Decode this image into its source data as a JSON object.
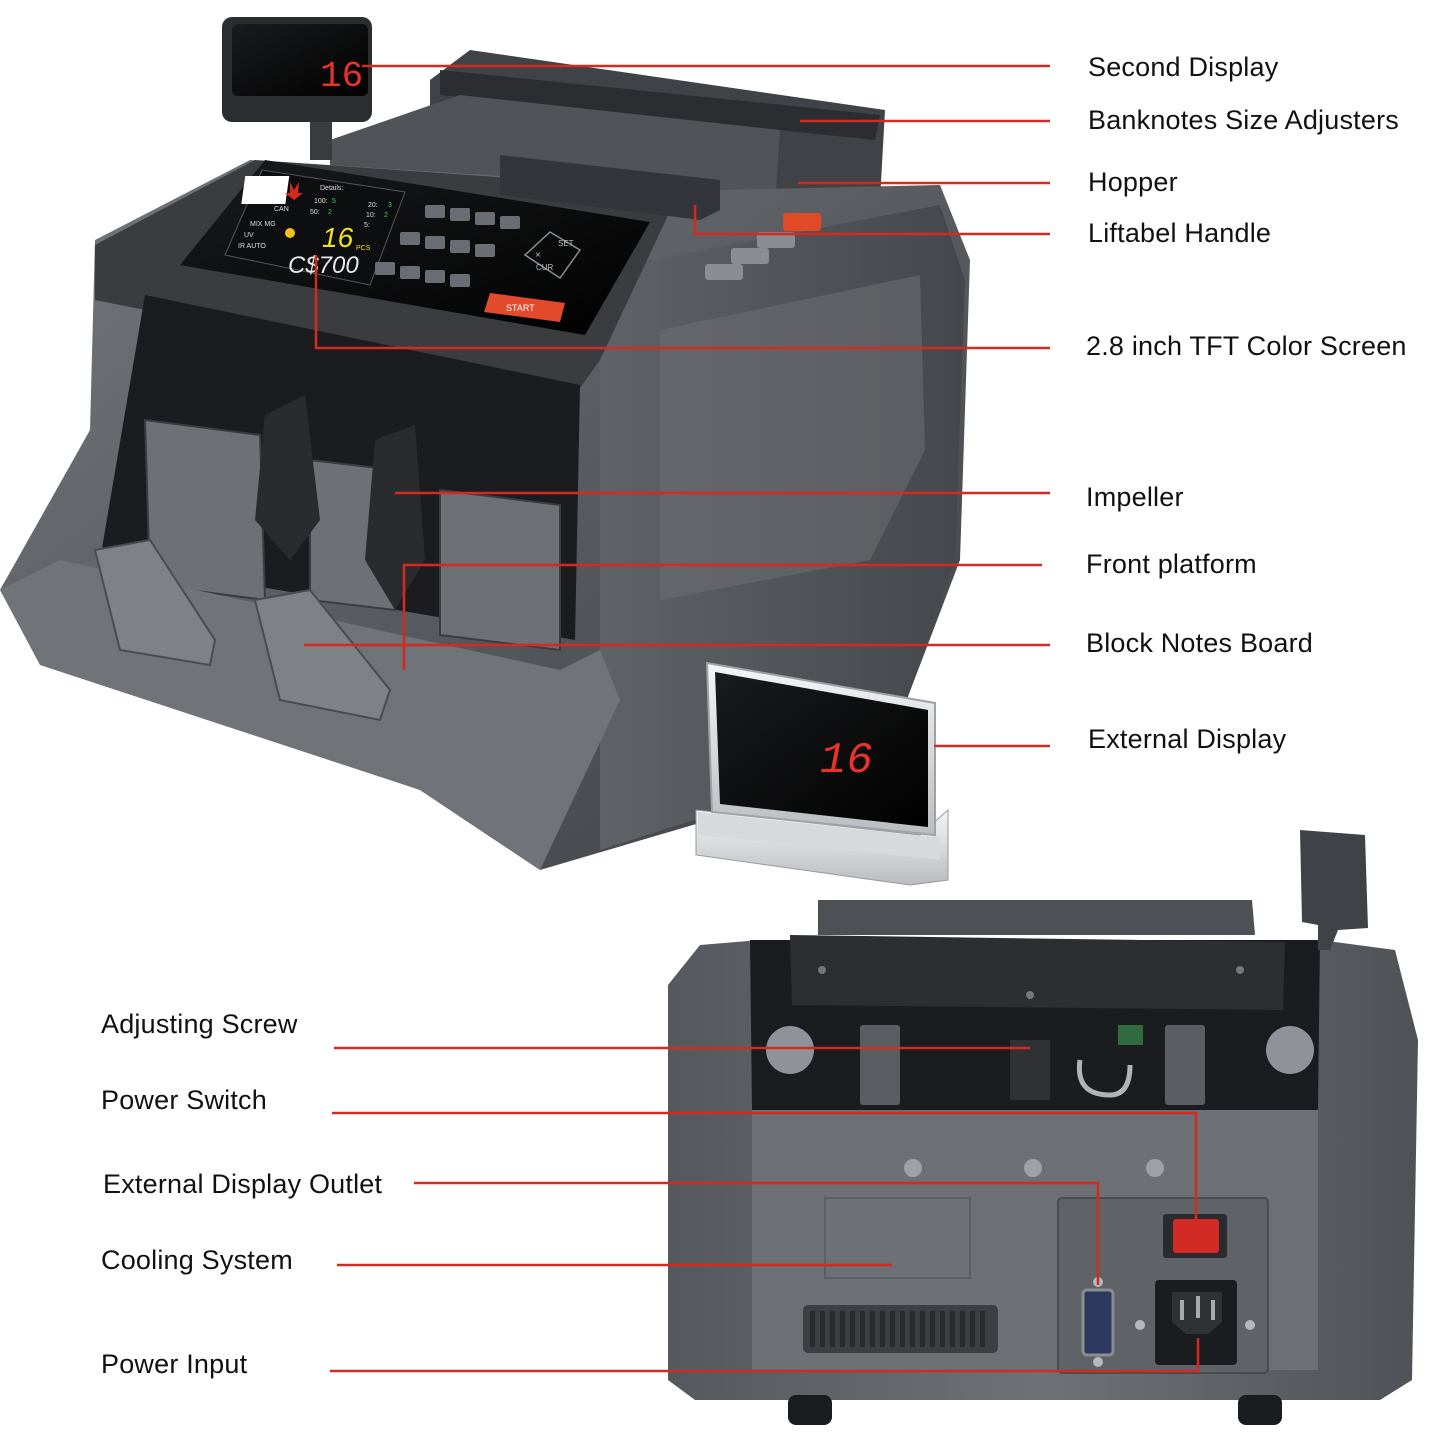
{
  "colors": {
    "leader": "#d42a22",
    "machine_body": "#55585d",
    "machine_dark": "#2d2f33",
    "led_red": "#e8322a",
    "screen_yellow": "#f5e11c",
    "start_button": "#e34a2b",
    "background": "#ffffff"
  },
  "top_labels": [
    {
      "id": "second-display",
      "text": "Second Display"
    },
    {
      "id": "size-adjusters",
      "text": "Banknotes Size Adjusters"
    },
    {
      "id": "hopper",
      "text": "Hopper"
    },
    {
      "id": "handle",
      "text": "Liftabel Handle"
    },
    {
      "id": "tft-screen",
      "text": "2.8 inch TFT Color Screen"
    },
    {
      "id": "impeller",
      "text": "Impeller"
    },
    {
      "id": "front-platform",
      "text": "Front platform"
    },
    {
      "id": "block-board",
      "text": "Block Notes Board"
    },
    {
      "id": "external-display",
      "text": "External Display"
    }
  ],
  "bottom_labels": [
    {
      "id": "adjusting-screw",
      "text": "Adjusting Screw"
    },
    {
      "id": "power-switch",
      "text": "Power Switch"
    },
    {
      "id": "display-outlet",
      "text": "External Display Outlet"
    },
    {
      "id": "cooling",
      "text": "Cooling System"
    },
    {
      "id": "power-input",
      "text": "Power Input"
    }
  ],
  "second_display": {
    "value": "16"
  },
  "external_display": {
    "value": "16"
  },
  "lcd_screen": {
    "currency": "CAN",
    "details_label": "Details:",
    "rows": [
      {
        "d": "100:",
        "v": "5",
        "d2": "20:",
        "v2": "3"
      },
      {
        "d": "50:",
        "v": "2",
        "d2": "10:",
        "v2": "2"
      }
    ],
    "extra": "5:",
    "modes": [
      "MIX MG",
      "UV",
      "IR  AUTO"
    ],
    "count": "16",
    "count_unit": "PCS",
    "amount": "C$700"
  },
  "keypad": {
    "set": "SET",
    "cur": "CUR",
    "x": "×",
    "start": "START"
  }
}
